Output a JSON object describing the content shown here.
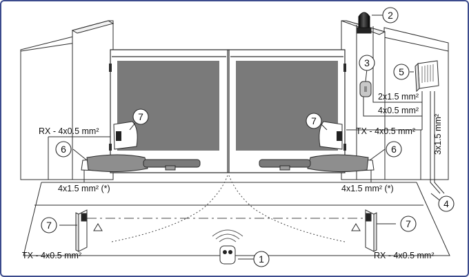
{
  "callouts": {
    "c1": "1",
    "c2": "2",
    "c3": "3",
    "c4": "4",
    "c5": "5",
    "c6_left": "6",
    "c6_right": "6",
    "c7_left_photocell": "7",
    "c7_right_photocell": "7",
    "c7_left_column": "7",
    "c7_right_column": "7"
  },
  "cables": {
    "lamp": "2x1.5 mm²",
    "key_selector": "4x0.5 mm²",
    "power": "3x1.5 mm²",
    "rx_left": "RX - 4x0.5 mm²",
    "tx_right": "TX - 4x0.5 mm²",
    "motor_left": "4x1.5 mm² (*)",
    "motor_right": "4x1.5 mm² (*)",
    "tx_column": "TX - 4x0.5 mm²",
    "rx_column": "RX - 4x0.5 mm²"
  },
  "colors": {
    "line": "#2b2b2b",
    "panel": "#7a7a7a",
    "frame_border": "#3b4a8c",
    "motor": "#8e8e8e",
    "lamp": "#1a1a1a"
  }
}
